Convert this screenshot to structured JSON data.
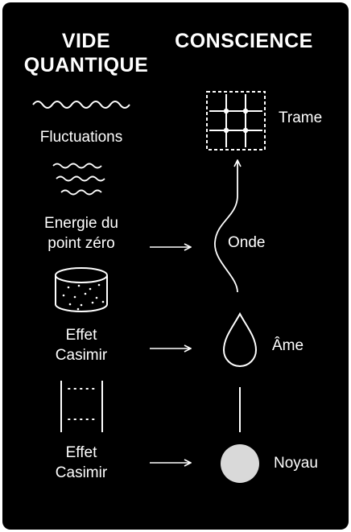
{
  "titles": {
    "left": [
      "VIDE",
      "QUANTIQUE"
    ],
    "right": "CONSCIENCE"
  },
  "left_items": [
    {
      "icon": "single-wave-icon",
      "label": [
        "Fluctuations"
      ]
    },
    {
      "icon": "triple-wave-icon",
      "label": [
        "Energie du",
        "point zéro"
      ]
    },
    {
      "icon": "cylinder-dots-icon",
      "label": [
        "Effet",
        "Casimir"
      ]
    },
    {
      "icon": "parallel-plates-icon",
      "label": [
        "Effet",
        "Casimir"
      ]
    }
  ],
  "right_items": [
    {
      "icon": "grid-lattice-icon",
      "label": "Trame"
    },
    {
      "icon": "wave-line-icon",
      "label": "Onde"
    },
    {
      "icon": "droplet-icon",
      "label": "Âme"
    },
    {
      "icon": "circle-icon",
      "label": "Noyau"
    }
  ],
  "colors": {
    "background": "#000000",
    "foreground": "#ffffff",
    "core_fill": "#d9d9d9"
  }
}
